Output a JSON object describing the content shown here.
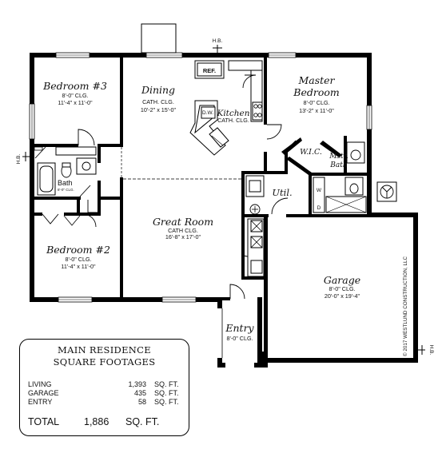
{
  "rooms": {
    "bedroom3": {
      "name": "Bedroom #3",
      "clg": "8'-0\" CLG.",
      "dims": "11'-4\" x 11'-0\""
    },
    "dining": {
      "name": "Dining",
      "clg": "CATH. CLG.",
      "dims": "10'-2\" x 15'-0\""
    },
    "kitchen": {
      "name": "Kitchen",
      "clg": "CATH. CLG."
    },
    "master": {
      "name_line1": "Master",
      "name_line2": "Bedroom",
      "clg": "8'-0\" CLG.",
      "dims": "13'-2\" x 11'-0\""
    },
    "wic": {
      "name": "W.I.C."
    },
    "mstr_bath": {
      "name_line1": "Mstr.",
      "name_line2": "Bath"
    },
    "bath": {
      "name": "Bath",
      "clg": "8'-0\" CLG."
    },
    "util": {
      "name": "Util."
    },
    "great_room": {
      "name": "Great Room",
      "clg": "CATH CLG.",
      "dims": "16'-8\" x 17'-0\""
    },
    "bedroom2": {
      "name": "Bedroom #2",
      "clg": "8'-0\" CLG.",
      "dims": "11'-4\" x 11'-0\""
    },
    "garage": {
      "name": "Garage",
      "clg": "8'-0\" CLG.",
      "dims": "20'-0\" x 19'-4\""
    },
    "entry": {
      "name": "Entry",
      "clg": "8'-0\" CLG."
    }
  },
  "fixtures": {
    "ref": "REF.",
    "dw": "D.W.",
    "hb_top": "H.B.",
    "hb_left": "H.B.",
    "hb_right": "H.B.",
    "washer": "W",
    "dryer": "D"
  },
  "copyright": "© 2017 WESTLUND CONSTRUCTION, LLC",
  "summary": {
    "title_line1": "MAIN RESIDENCE",
    "title_line2": "SQUARE FOOTAGES",
    "rows": [
      {
        "label": "LIVING",
        "value": "1,393",
        "unit": "SQ. FT."
      },
      {
        "label": "GARAGE",
        "value": "435",
        "unit": "SQ. FT."
      },
      {
        "label": "ENTRY",
        "value": "58",
        "unit": "SQ. FT."
      }
    ],
    "total_label": "TOTAL",
    "total_value": "1,886",
    "total_unit": "SQ. FT."
  }
}
